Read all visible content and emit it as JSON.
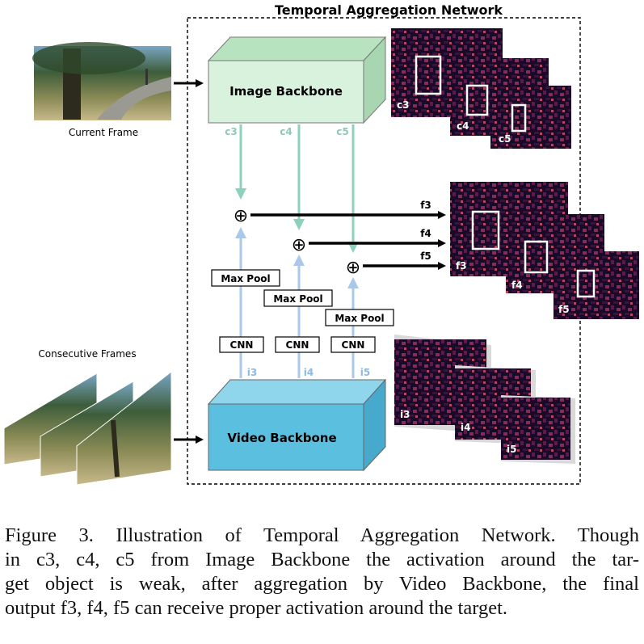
{
  "title": "Temporal Aggregation Network",
  "current_frame_label": "Current Frame",
  "consecutive_frames_label": "Consecutive Frames",
  "image_backbone_label": "Image Backbone",
  "video_backbone_label": "Video Backbone",
  "image_features": [
    "c3",
    "c4",
    "c5"
  ],
  "video_features": [
    "i3",
    "i4",
    "i5"
  ],
  "outputs": [
    "f3",
    "f4",
    "f5"
  ],
  "map_labels_c": [
    "c3",
    "c4",
    "c5"
  ],
  "map_labels_f": [
    "f3",
    "f4",
    "f5"
  ],
  "map_labels_i": [
    "i3",
    "i4",
    "i5"
  ],
  "max_pool_label": "Max Pool",
  "cnn_label": "CNN",
  "plus_symbol": "⊕",
  "colors": {
    "image_backbone_front": "#d9f2dd",
    "image_backbone_top": "#b7e4bf",
    "image_backbone_side": "#a8d6b0",
    "video_backbone_front": "#5bbfe0",
    "video_backbone_top": "#8fd6ec",
    "video_backbone_side": "#47a9cc",
    "green_arrow": "#8fd0b8",
    "blue_arrow": "#a9c8ea",
    "label_green": "#8fc9b4",
    "label_blue": "#8db9e4"
  },
  "caption": [
    "Figure 3. Illustration of Temporal Aggregation Network. Though",
    "in c3, c4, c5 from Image Backbone the activation around the tar-",
    "get object is weak, after aggregation by Video Backbone, the final",
    "output f3, f4, f5 can receive proper activation around the target."
  ]
}
